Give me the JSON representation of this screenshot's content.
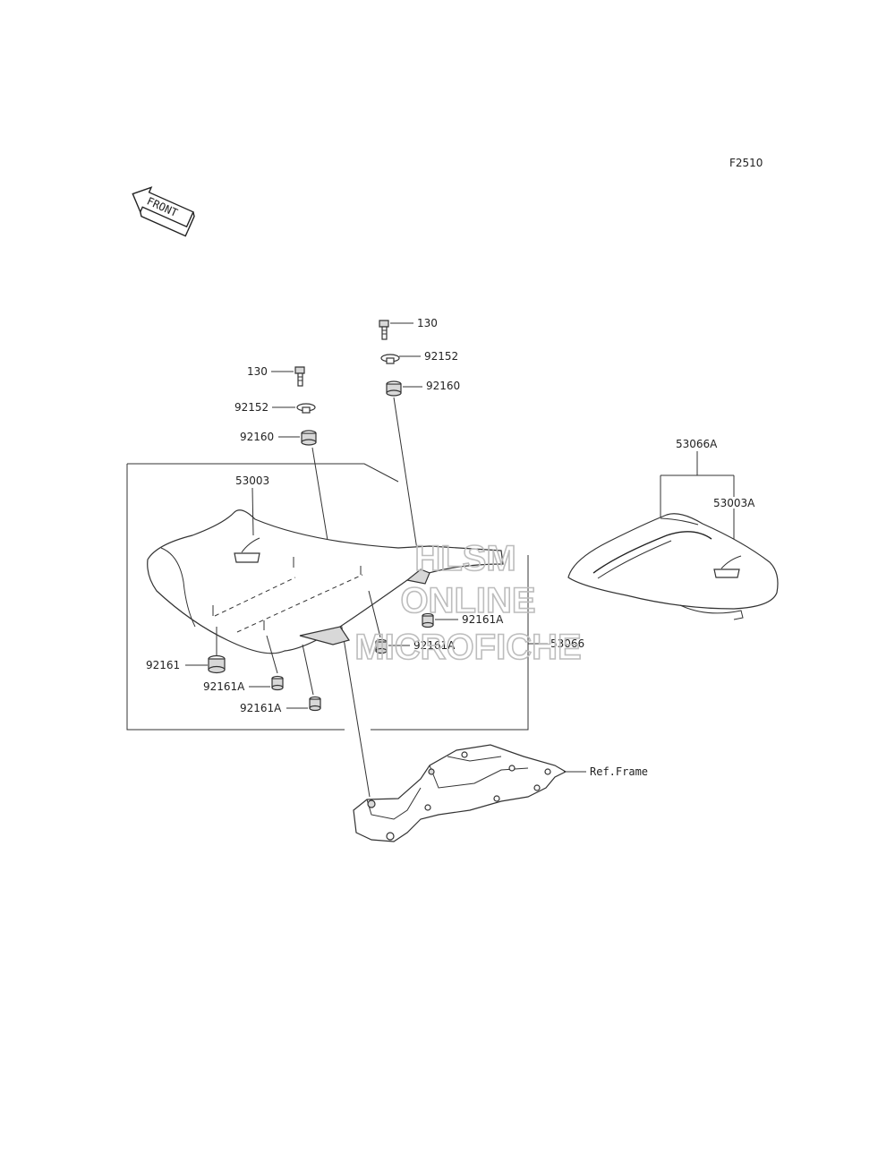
{
  "diagram": {
    "figure_code": "F2510",
    "front_indicator": "FRONT",
    "watermark": [
      "HLSM",
      "ONLINE",
      "MICROFICHE"
    ],
    "parts": {
      "bolt_right": "130",
      "washer_right": "92152",
      "damper_right": "92160",
      "bolt_left": "130",
      "washer_left": "92152",
      "damper_left": "92160",
      "seat_front": "53003",
      "seat_assy": "53066",
      "rear_seat_assy": "53066A",
      "rear_seat": "53003A",
      "damper_a_1": "92161A",
      "damper_a_2": "92161A",
      "damper_a_3": "92161A",
      "damper_a_4": "92161A",
      "damper_92161": "92161",
      "ref_frame": "Ref.Frame"
    }
  }
}
